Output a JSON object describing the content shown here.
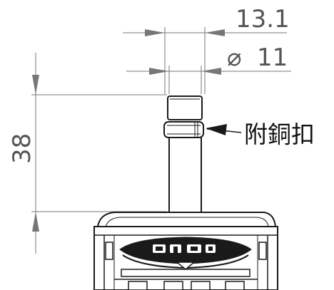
{
  "dimensions": {
    "top_width": "13.1",
    "diameter": "11",
    "diameter_symbol": "⌀",
    "height": "38"
  },
  "annotation": {
    "note": "附銅扣"
  },
  "colors": {
    "line": "#1a1a1a",
    "dimension": "#666666",
    "text_dim": "#555555",
    "text_note": "#111111"
  }
}
